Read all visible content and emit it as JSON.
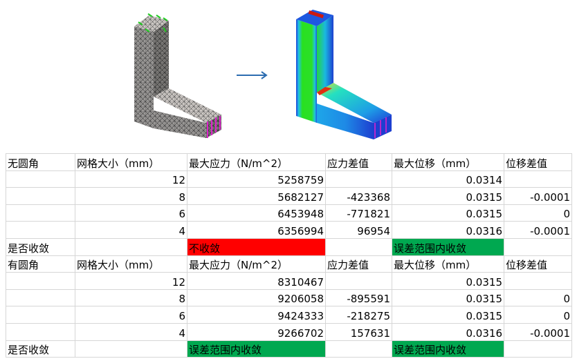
{
  "tables": [
    {
      "header": [
        "无圆角",
        "网格大小（mm）",
        "最大应力（N/m^2）",
        "应力差值",
        "最大位移（mm）",
        "位移差值"
      ],
      "rows": [
        [
          "",
          "12",
          "5258759",
          "",
          "0.0314",
          ""
        ],
        [
          "",
          "8",
          "5682127",
          "-423368",
          "0.0315",
          "-0.0001"
        ],
        [
          "",
          "6",
          "6453948",
          "-771821",
          "0.0315",
          "0"
        ],
        [
          "",
          "4",
          "6356994",
          "96954",
          "0.0316",
          "-0.0001"
        ]
      ],
      "conclusion": {
        "label": "是否收敛",
        "stress": {
          "text": "不收敛",
          "color": "#ff0000"
        },
        "displacement": {
          "text": "误差范围内收敛",
          "color": "#00a850"
        }
      }
    },
    {
      "header": [
        "有圆角",
        "网格大小（mm）",
        "最大应力（N/m^2）",
        "应力差值",
        "最大位移（mm）",
        "位移差值"
      ],
      "rows": [
        [
          "",
          "12",
          "8310467",
          "",
          "0.0315",
          ""
        ],
        [
          "",
          "8",
          "9206058",
          "-895591",
          "0.0315",
          "0"
        ],
        [
          "",
          "6",
          "9424333",
          "-218275",
          "0.0315",
          "0"
        ],
        [
          "",
          "4",
          "9266702",
          "157631",
          "0.0316",
          "-0.0001"
        ]
      ],
      "conclusion": {
        "label": "是否收敛",
        "stress": {
          "text": "误差范围内收敛",
          "color": "#00a850"
        },
        "displacement": {
          "text": "误差范围内收敛",
          "color": "#00a850"
        }
      }
    }
  ],
  "figure": {
    "left_model": "mesh-model",
    "arrow": "right-arrow-icon",
    "right_model": "stress-result-model",
    "arrow_color": "#2b6cb0"
  }
}
